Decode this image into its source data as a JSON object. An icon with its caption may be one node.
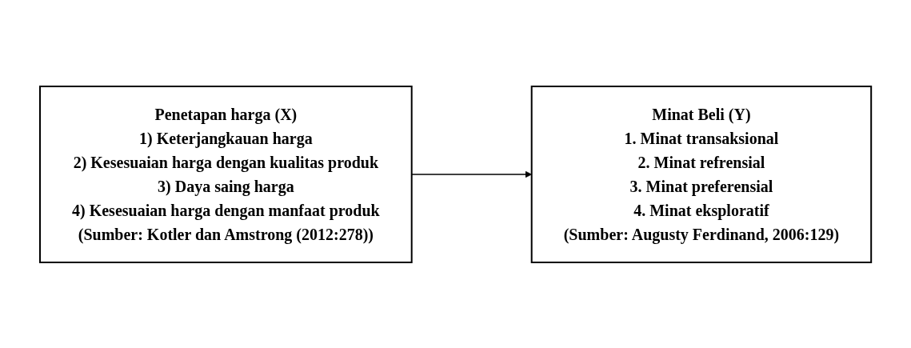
{
  "diagram": {
    "nodes": [
      {
        "text": [
          "Penetapan harga (X)",
          "1) Keterjangkauan harga",
          "2) Kesesuaian harga dengan kualitas produk",
          "3) Daya saing harga",
          "4) Kesesuaian harga dengan manfaat produk",
          "(Sumber: Kotler dan Amstrong (2012:278))"
        ]
      },
      {
        "text": [
          "Minat Beli (Y)",
          "1. Minat transaksional",
          "2. Minat refrensial",
          "3. Minat preferensial",
          "4. Minat eksploratif",
          "(Sumber: Augusty Ferdinand, 2006:129)"
        ]
      }
    ],
    "edges": [
      {
        "from": 0,
        "to": 1,
        "arrow": "to"
      }
    ]
  }
}
